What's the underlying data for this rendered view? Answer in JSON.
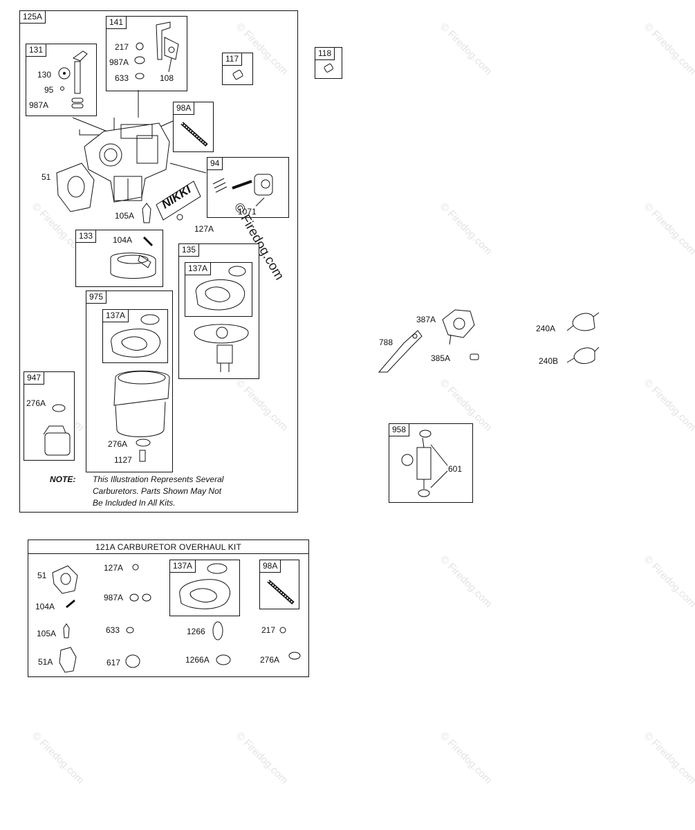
{
  "assembly": {
    "main_label": "125A",
    "boxes": {
      "b131": {
        "tag": "131",
        "parts": [
          "130",
          "95",
          "987A"
        ]
      },
      "b141": {
        "tag": "141",
        "parts": [
          "217",
          "987A",
          "633",
          "108"
        ]
      },
      "b117": {
        "tag": "117"
      },
      "b118": {
        "tag": "118"
      },
      "b98A": {
        "tag": "98A"
      },
      "b94": {
        "tag": "94",
        "parts": [
          "1071"
        ]
      },
      "b133": {
        "tag": "133",
        "parts": [
          "104A"
        ]
      },
      "b135": {
        "tag": "135",
        "sub_tag": "137A"
      },
      "b975": {
        "tag": "975",
        "sub_tag": "137A",
        "parts": [
          "276A",
          "1127"
        ]
      },
      "b947": {
        "tag": "947",
        "parts": [
          "276A"
        ]
      },
      "b958": {
        "tag": "958",
        "parts": [
          "601"
        ]
      }
    },
    "loose_parts": {
      "p51": "51",
      "p105A": "105A",
      "p127A": "127A",
      "brand": "NIKKI",
      "p387A": "387A",
      "p788": "788",
      "p385A": "385A",
      "p240A": "240A",
      "p240B": "240B"
    },
    "note": {
      "prefix": "NOTE:",
      "line1": "This Illustration Represents Several",
      "line2": "Carburetors. Parts Shown May Not",
      "line3": "Be Included In All Kits."
    }
  },
  "kit": {
    "title": "121A CARBURETOR OVERHAUL KIT",
    "parts": {
      "k51": "51",
      "k104A": "104A",
      "k105A": "105A",
      "k51A": "51A",
      "k127A": "127A",
      "k987A": "987A",
      "k633": "633",
      "k617": "617",
      "k137A": "137A",
      "k1266": "1266",
      "k1266A": "1266A",
      "k98A": "98A",
      "k217": "217",
      "k276A": "276A"
    }
  },
  "watermark": {
    "text": "© Firedog.com"
  }
}
